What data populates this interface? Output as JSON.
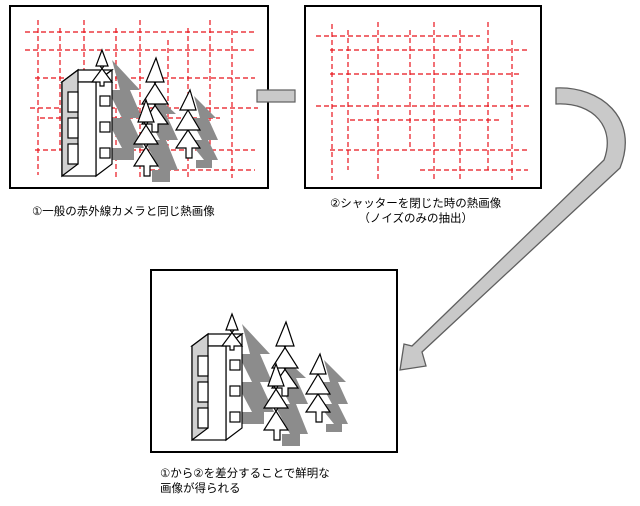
{
  "panels": [
    {
      "id": "panel-1",
      "caption_lines": [
        "①一般の赤外線カメラと同じ熱画像"
      ]
    },
    {
      "id": "panel-2",
      "caption_lines": [
        "②シャッターを閉じた時の熱画像",
        "（ノイズのみの抽出）"
      ]
    },
    {
      "id": "panel-3",
      "caption_lines": [
        "①から②を差分することで鮮明な",
        "画像が得られる"
      ]
    }
  ],
  "colors": {
    "frame": "#000000",
    "noise": "#e8131b",
    "shadow": "#8c8c8c",
    "arrow_fill": "#c9c9c9",
    "arrow_stroke": "#5f5f5f",
    "building_side": "#d0d0d0"
  }
}
